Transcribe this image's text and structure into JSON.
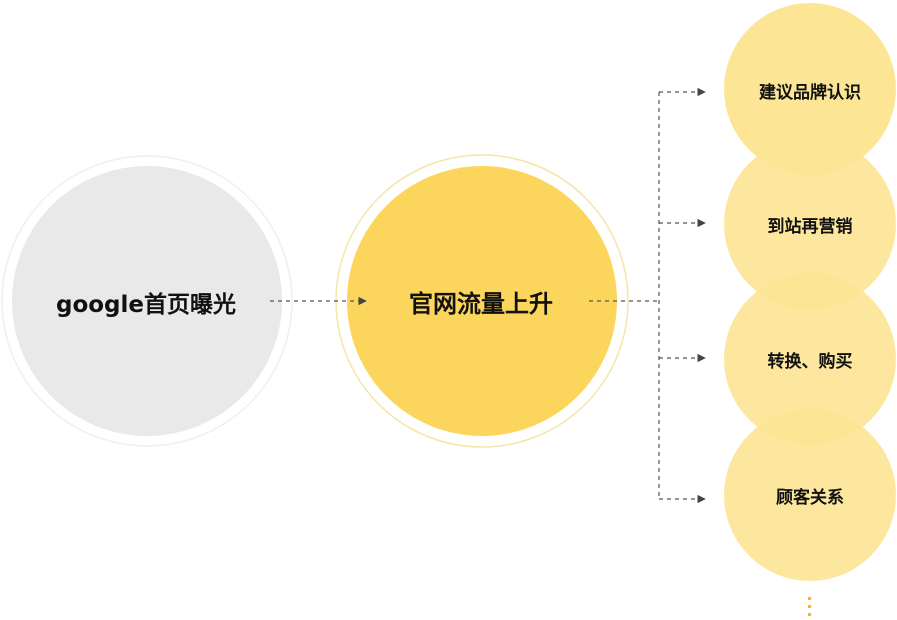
{
  "diagram": {
    "source_node": {
      "label": "google首页曝光"
    },
    "main_node": {
      "label": "官网流量上升"
    },
    "outcome_nodes": [
      {
        "label": "建议品牌认识"
      },
      {
        "label": "到站再营销"
      },
      {
        "label": "转换、购买"
      },
      {
        "label": "顾客关系"
      }
    ]
  },
  "colors": {
    "source_fill": "#e9e9e9",
    "main_fill": "#fcd65c",
    "outcome_fill": "#fde596",
    "connector": "#555555",
    "ellipsis": "#f2b624"
  }
}
